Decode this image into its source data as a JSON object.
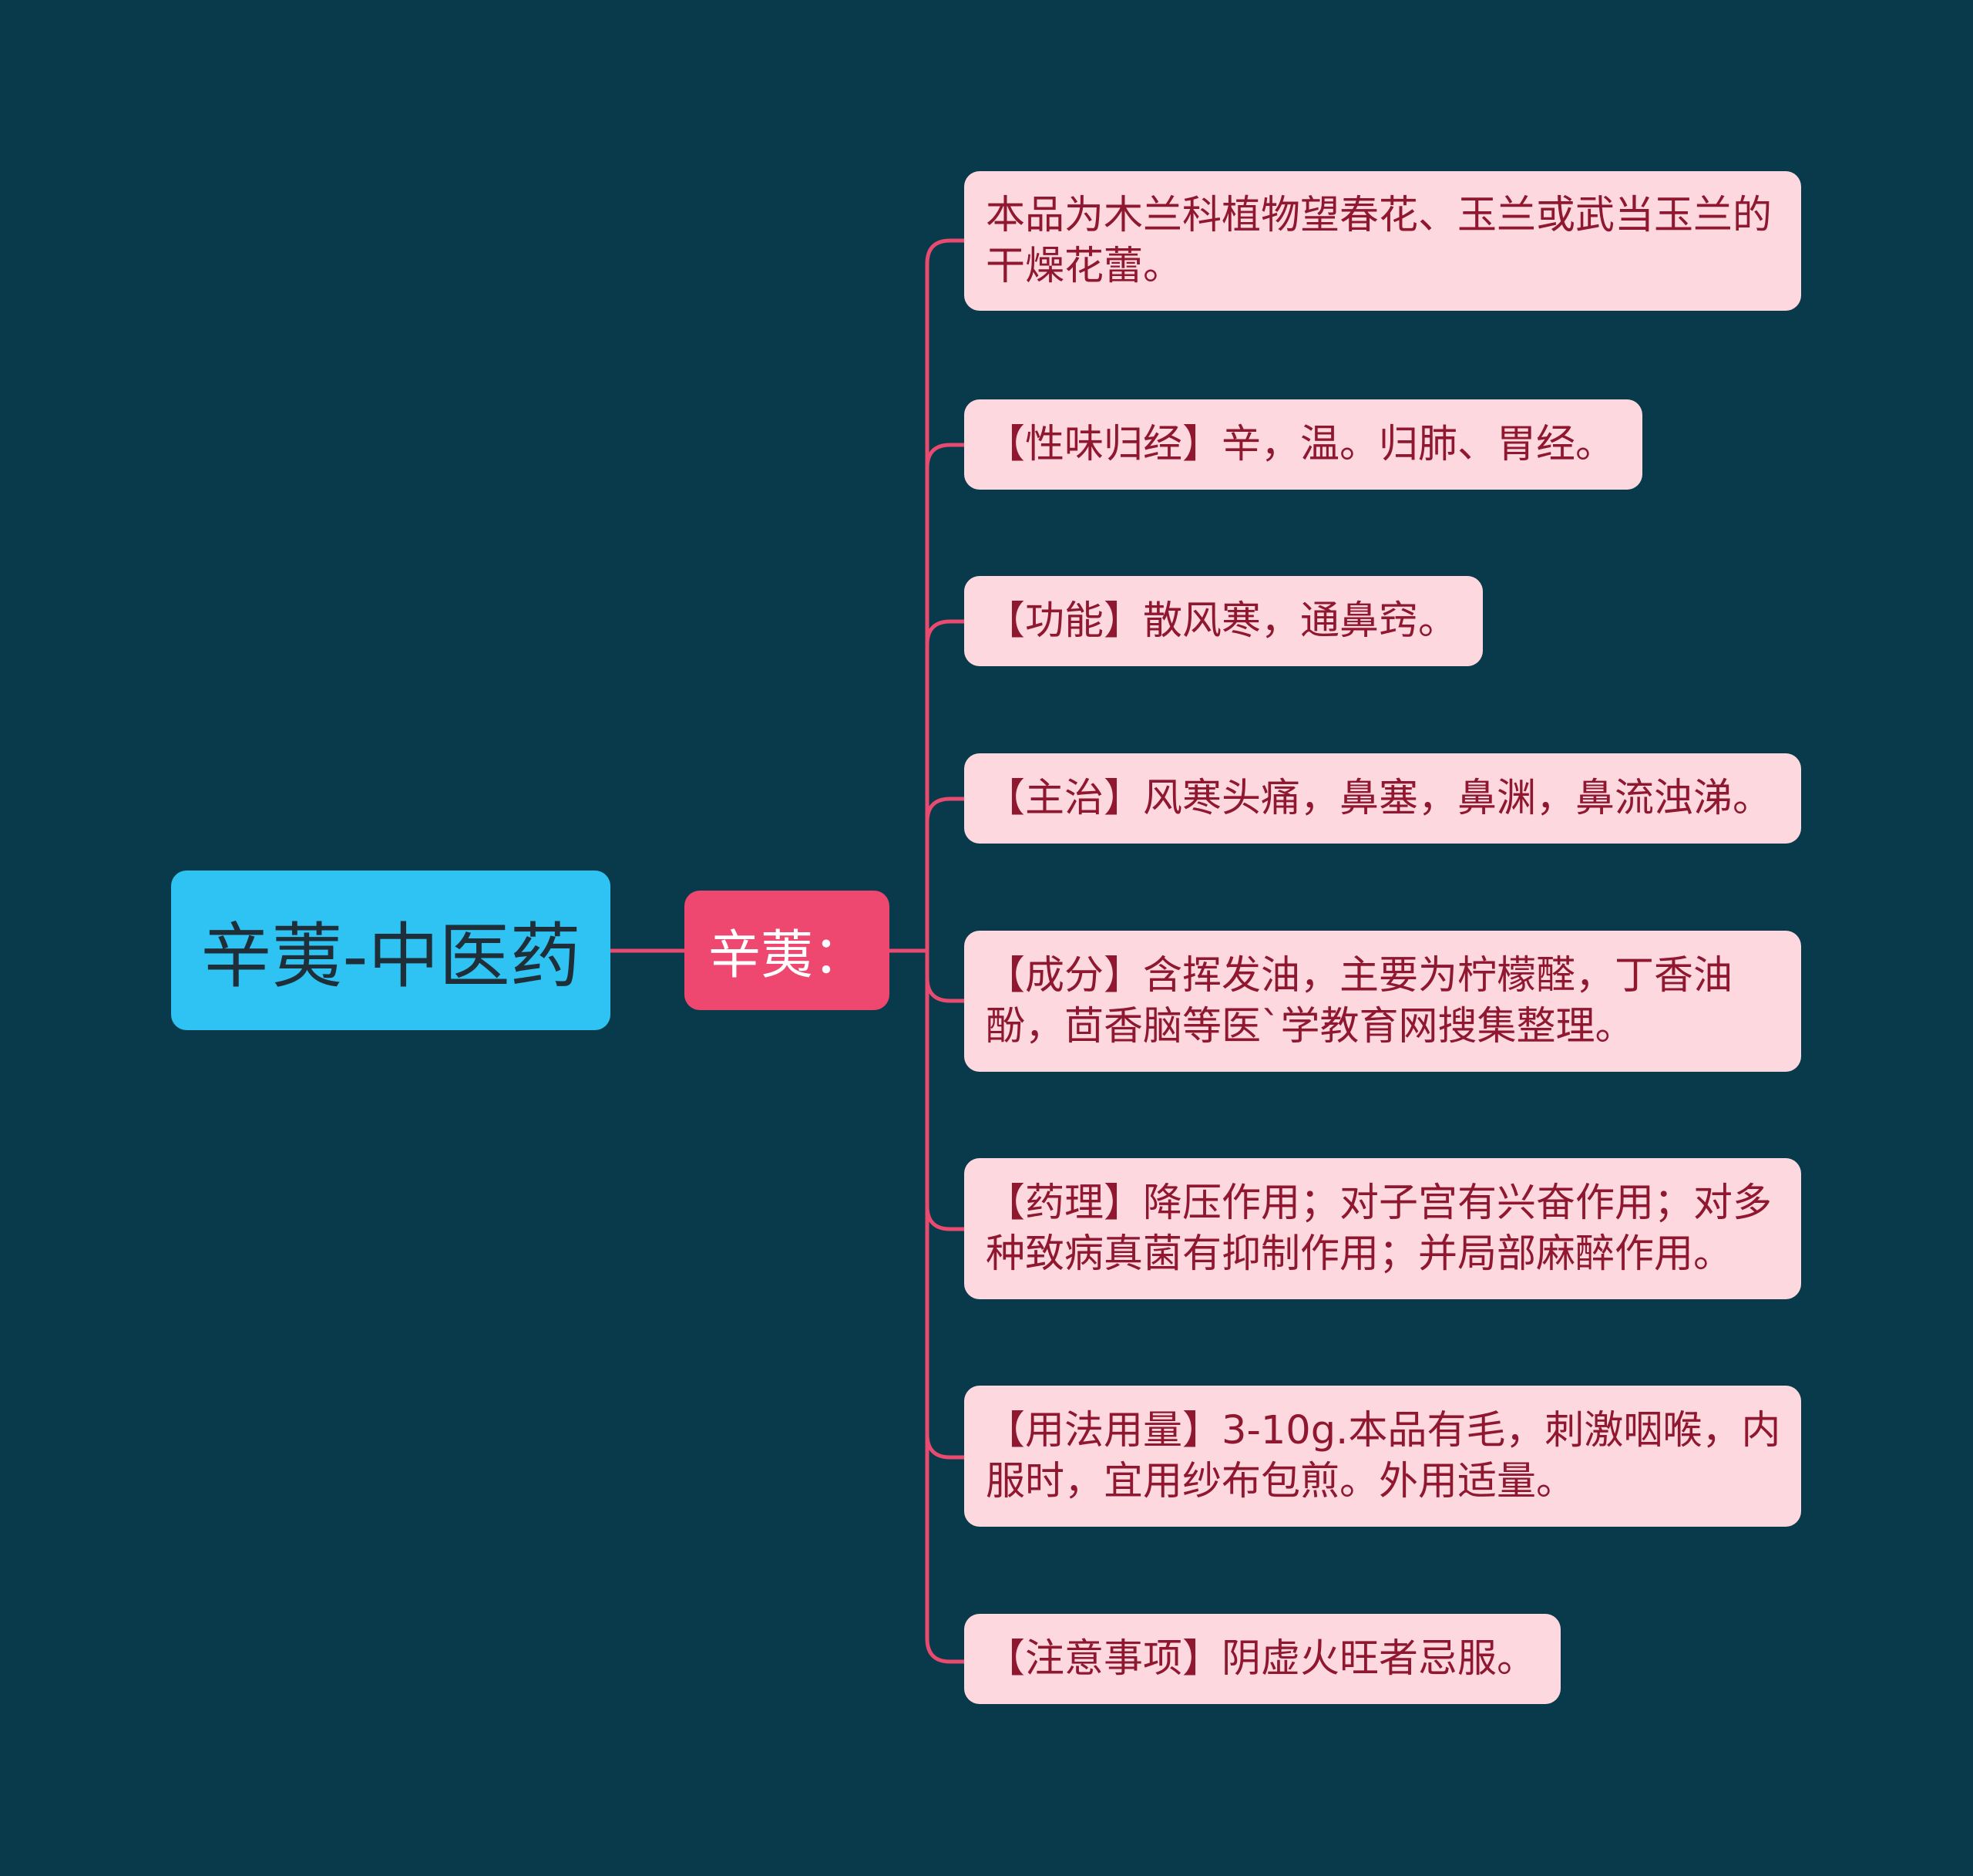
{
  "colors": {
    "background": "#083a4b",
    "root_fill": "#2ec3f3",
    "root_text": "#1f2f3a",
    "branch_fill": "#ee4770",
    "branch_text": "#ffffff",
    "leaf_fill": "#fdd9df",
    "leaf_text": "#8f1730",
    "connector": "#e84a70"
  },
  "diagram": {
    "root": "辛荑-中医药",
    "branch": "辛荑：",
    "leaves": [
      "本品为木兰科植物望春花、玉兰或武当玉兰的干燥花蕾。",
      "【性味归经】辛，温。归肺、胃经。",
      "【功能】散风寒，通鼻窍。",
      "【主治】风寒头痛，鼻塞，鼻渊，鼻流浊涕。",
      "【成分】含挥发油，主要为柠檬醛，丁香油酚，茴香脑等医`学教育网搜集整理。",
      "【药理】降压作用；对子宫有兴奋作用；对多种致病真菌有抑制作用；并局部麻醉作用。",
      "【用法用量】3-10g.本品有毛，刺激咽喉，内服时，宜用纱布包煎。外用适量。",
      "【注意事项】阴虚火旺者忌服。"
    ]
  }
}
